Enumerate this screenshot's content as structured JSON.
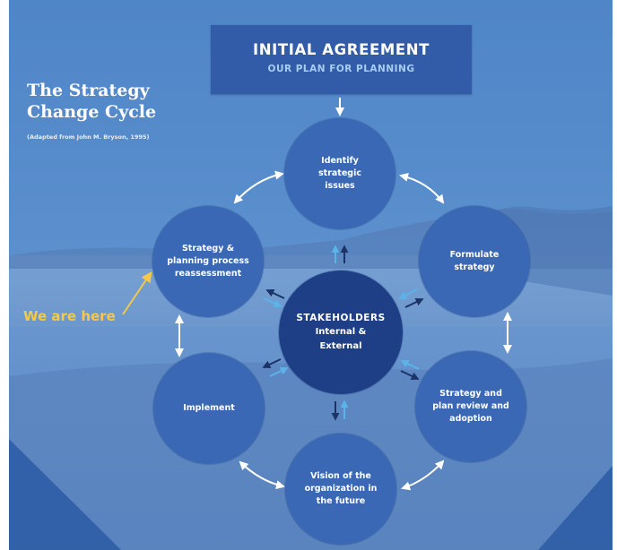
{
  "title": {
    "line1": "The Strategy",
    "line2": "Change Cycle",
    "credit": "(Adapted from John M. Bryson, 1995)"
  },
  "initial_agreement": {
    "title": "INITIAL AGREEMENT",
    "subtitle": "OUR PLAN FOR PLANNING"
  },
  "center": {
    "line1": "STAKEHOLDERS",
    "line2": "Internal &",
    "line3": "External"
  },
  "steps": {
    "identify": "Identify strategic issues",
    "formulate": "Formulate strategy",
    "review": "Strategy and plan review and adoption",
    "vision": "Vision of the organization in the future",
    "implement": "Implement",
    "reassess": "Strategy & planning process reassessment"
  },
  "annotation": {
    "label": "We are here"
  },
  "colors": {
    "node": "#3a68b4",
    "center_node": "#1e3f86",
    "header_box": "#3058a5",
    "accent_yellow": "#f5c945",
    "arrow_light": "#5ab4ea",
    "arrow_dark": "#1a3468"
  }
}
